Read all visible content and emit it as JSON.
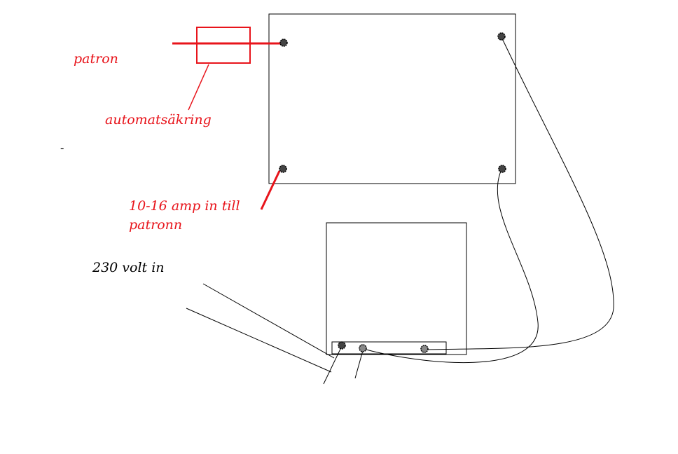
{
  "labels": {
    "patron": "patron",
    "automatsakring": "automatsäkring",
    "amp_line1": "10-16 amp in till",
    "amp_line2": "patronn",
    "volt": "230 volt in",
    "dash": "-"
  },
  "colors": {
    "red": "#e8141b",
    "black": "#000000",
    "background": "#ffffff"
  }
}
